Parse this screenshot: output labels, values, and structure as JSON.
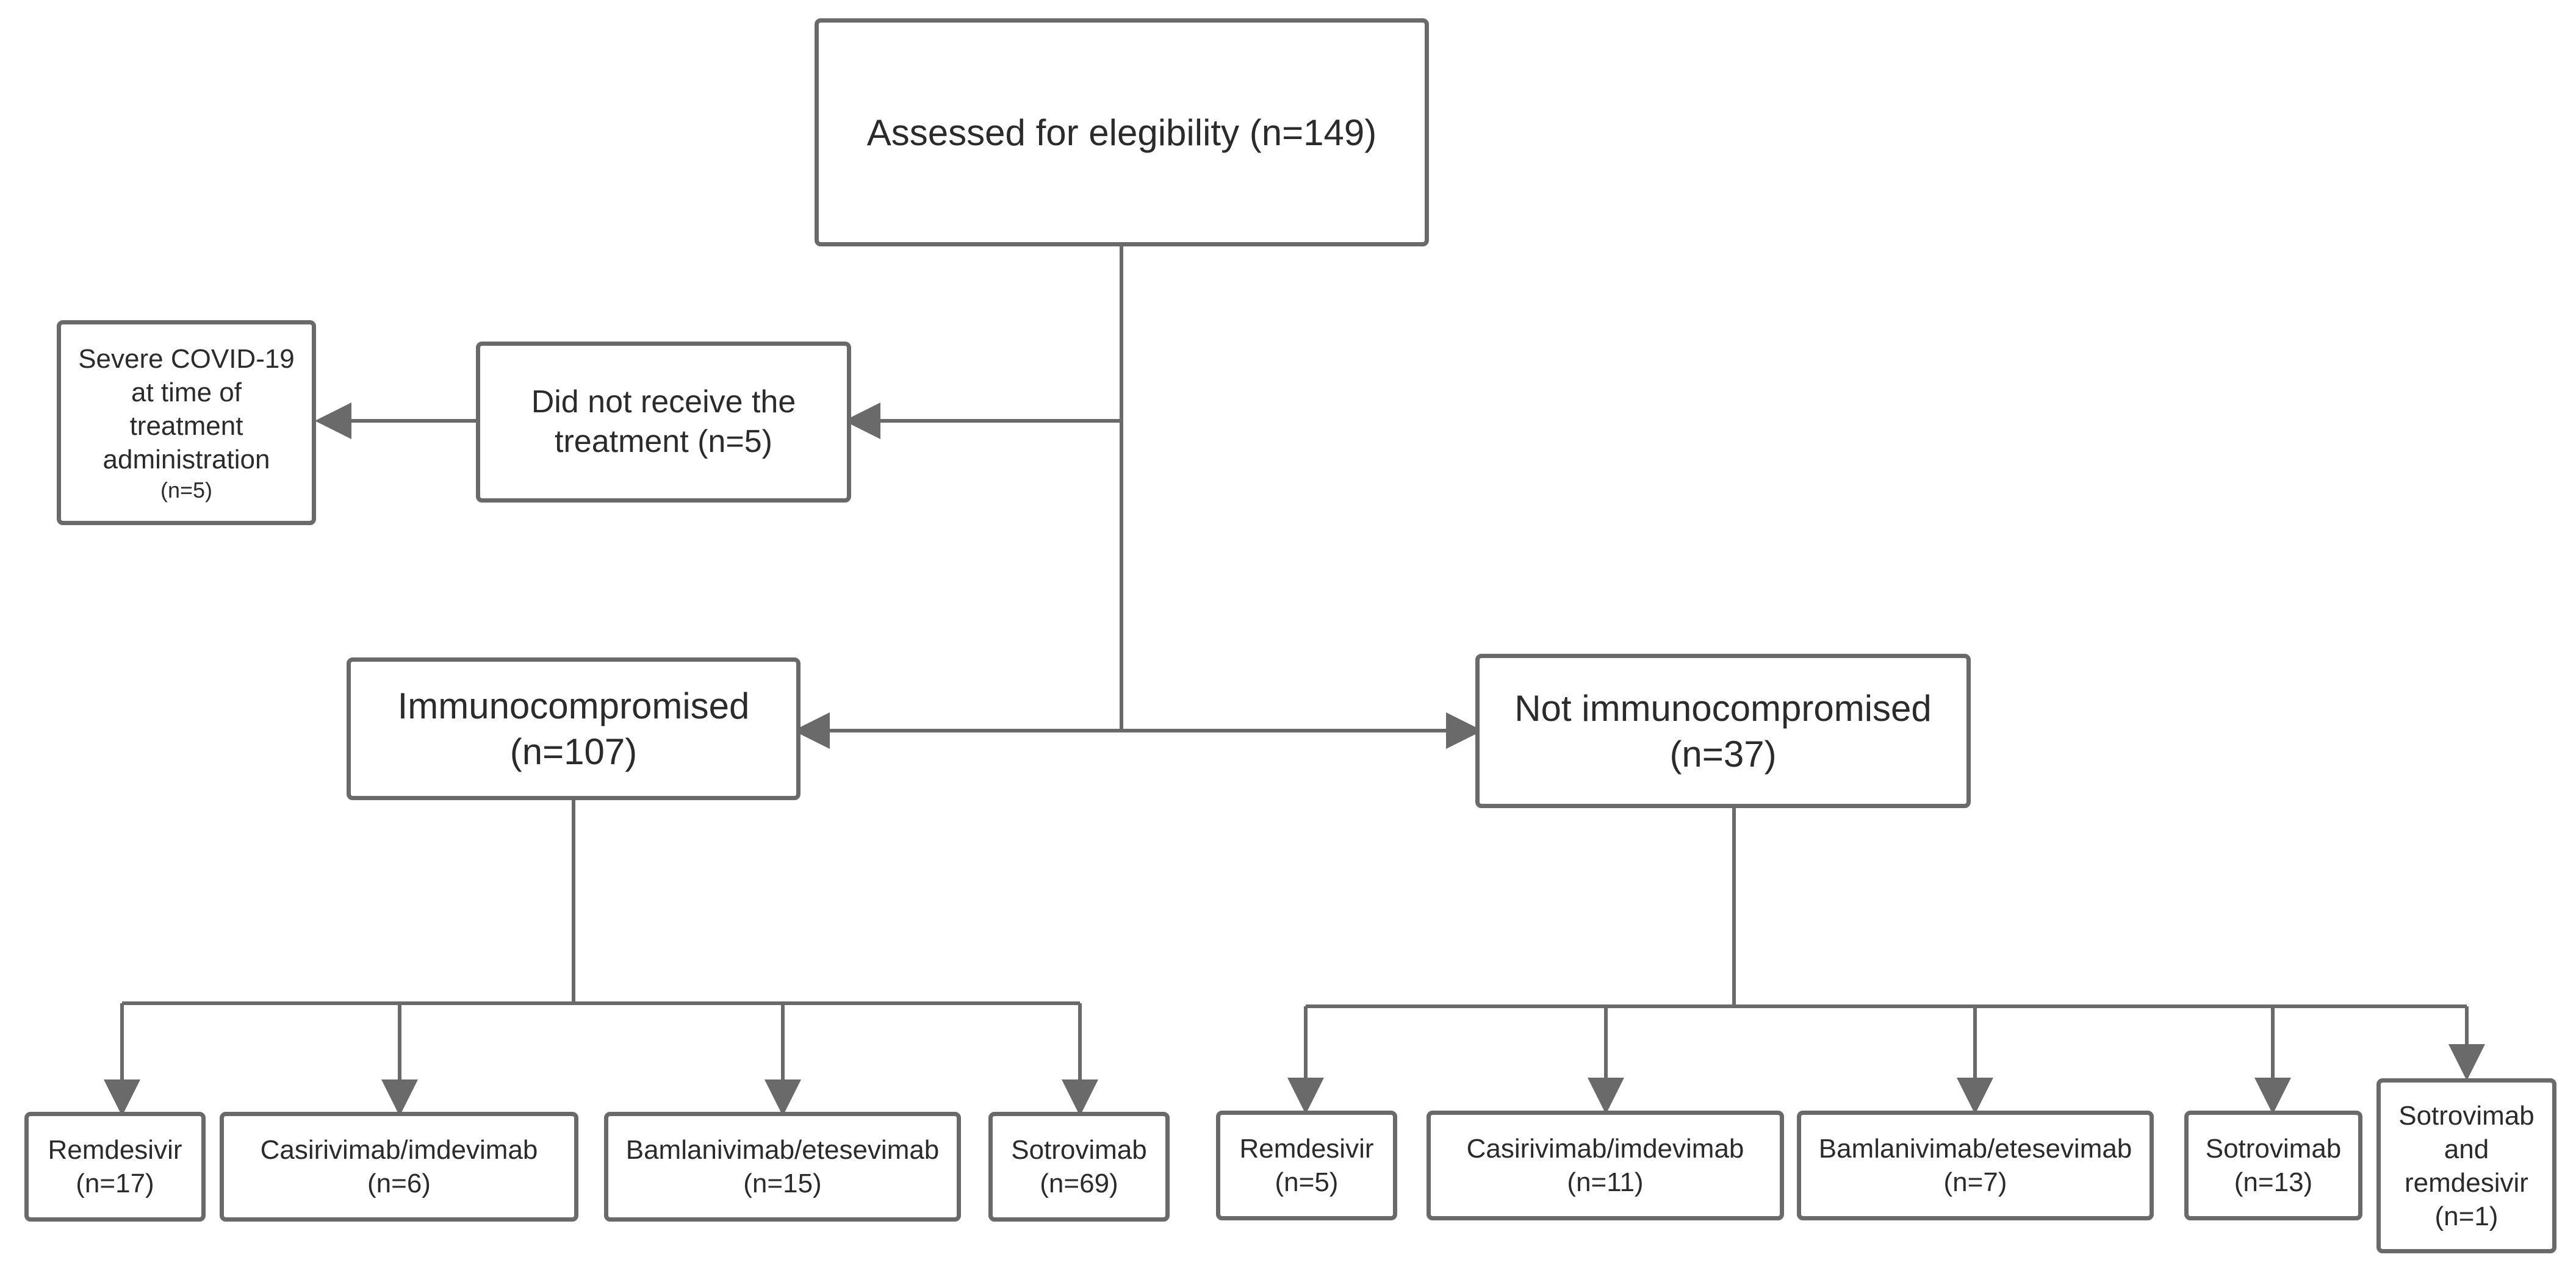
{
  "diagram": {
    "root": {
      "label": "Assessed for elegibility (n=149)"
    },
    "excluded": {
      "line1": "Did not receive the",
      "line2": "treatment (n=5)"
    },
    "reason": {
      "line1": "Severe COVID-19",
      "line2": "at time of",
      "line3": "treatment",
      "line4": "administration",
      "count": "(n=5)"
    },
    "immuno": {
      "name": "Immunocompromised",
      "count": "(n=107)",
      "arms": [
        {
          "name": "Remdesivir",
          "count": "(n=17)"
        },
        {
          "name": "Casirivimab/imdevimab",
          "count": "(n=6)"
        },
        {
          "name": "Bamlanivimab/etesevimab",
          "count": "(n=15)"
        },
        {
          "name": "Sotrovimab",
          "count": "(n=69)"
        }
      ]
    },
    "not_immuno": {
      "name": "Not immunocompromised",
      "count": "(n=37)",
      "arms": [
        {
          "name": "Remdesivir",
          "count": "(n=5)"
        },
        {
          "name": "Casirivimab/imdevimab",
          "count": "(n=11)"
        },
        {
          "name": "Bamlanivimab/etesevimab",
          "count": "(n=7)"
        },
        {
          "name": "Sotrovimab",
          "count": "(n=13)"
        },
        {
          "name": "Sotrovimab",
          "name2": "and",
          "name3": "remdesivir",
          "count": "(n=1)"
        }
      ]
    },
    "colors": {
      "stroke": "#6a6a6a",
      "text": "#2b2b2b"
    }
  }
}
